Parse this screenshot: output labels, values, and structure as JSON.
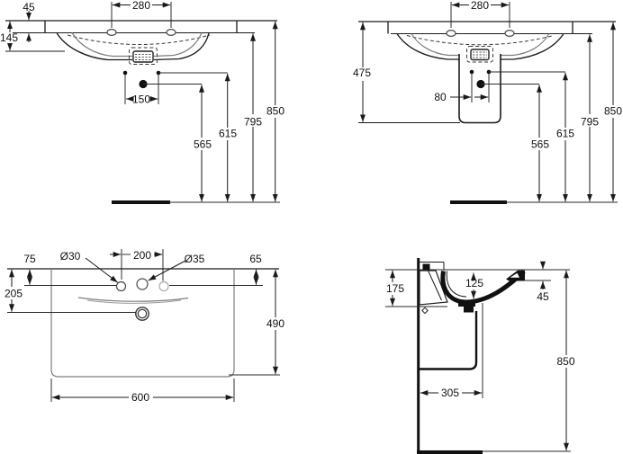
{
  "drawing": {
    "front_view": {
      "rim_thickness": "45",
      "tap_holes_cc": "280",
      "front_height": "145",
      "fixing_cc": "150",
      "waste_height": "565",
      "fixing_height": "615",
      "underside_height": "795",
      "rim_height": "850"
    },
    "pedestal_view": {
      "tap_holes_cc": "280",
      "pedestal_height": "475",
      "fixing_cc": "80",
      "waste_height": "565",
      "fixing_height": "615",
      "underside_height": "795",
      "rim_height": "850"
    },
    "plan_view": {
      "left_hole_offset": "75",
      "small_hole_dia": "Ø30",
      "hole_cc": "200",
      "large_hole_dia": "Ø35",
      "right_hole_offset": "65",
      "waste_offset": "205",
      "depth": "490",
      "width": "600"
    },
    "section_view": {
      "back_height": "175",
      "bowl_depth": "125",
      "front_lip": "45",
      "projection": "305",
      "mounting_height": "850"
    }
  }
}
